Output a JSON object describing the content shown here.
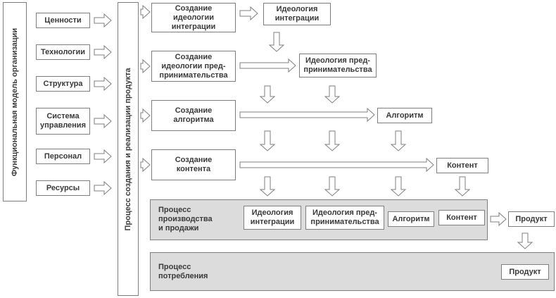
{
  "left_column": {
    "title": "Функциональная модель организации",
    "items": [
      "Ценности",
      "Технологии",
      "Структура",
      "Система\nуправления",
      "Персонал",
      "Ресурсы"
    ]
  },
  "process_column": {
    "title": "Процесс создания и реализации продукта"
  },
  "stages": [
    {
      "label": "Создание\nидеологии\nинтеграции"
    },
    {
      "label": "Создание\nидеологии пред-\nпринимательства"
    },
    {
      "label": "Создание\nалгоритма"
    },
    {
      "label": "Создание\nконтента"
    }
  ],
  "results": [
    {
      "label": "Идеология\nинтеграции"
    },
    {
      "label": "Идеология пред-\nпринимательства"
    },
    {
      "label": "Алгоритм"
    },
    {
      "label": "Контент"
    }
  ],
  "production": {
    "label": "Процесс\nпроизводства\nи продажи",
    "items": [
      "Идеология\nинтеграции",
      "Идеология пред-\nпринимательства",
      "Алгоритм",
      "Контент"
    ],
    "product": "Продукт"
  },
  "consumption": {
    "label": "Процесс\nпотребления",
    "product": "Продукт"
  },
  "colors": {
    "border": "#7f7f7f",
    "panel": "#dcdcdc",
    "text": "#3a3a3a"
  }
}
